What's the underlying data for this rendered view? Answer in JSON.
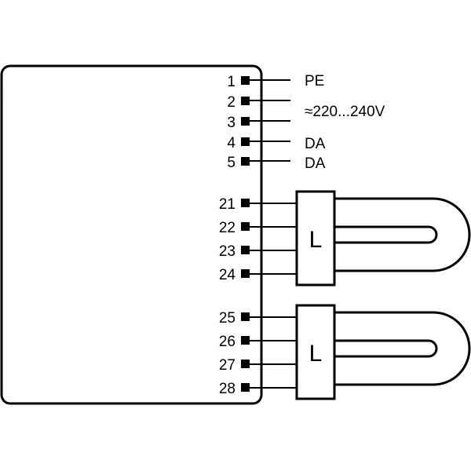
{
  "colors": {
    "stroke": "#000000",
    "background": "#ffffff"
  },
  "supply_pins": [
    {
      "number": "1"
    },
    {
      "number": "2"
    },
    {
      "number": "3"
    },
    {
      "number": "4"
    },
    {
      "number": "5"
    }
  ],
  "supply_labels": {
    "pe": "PE",
    "mains": "≈220...240V",
    "da_1": "DA",
    "da_2": "DA"
  },
  "lamps": [
    {
      "letter": "L",
      "pins": [
        "21",
        "22",
        "23",
        "24"
      ]
    },
    {
      "letter": "L",
      "pins": [
        "25",
        "26",
        "27",
        "28"
      ]
    }
  ]
}
